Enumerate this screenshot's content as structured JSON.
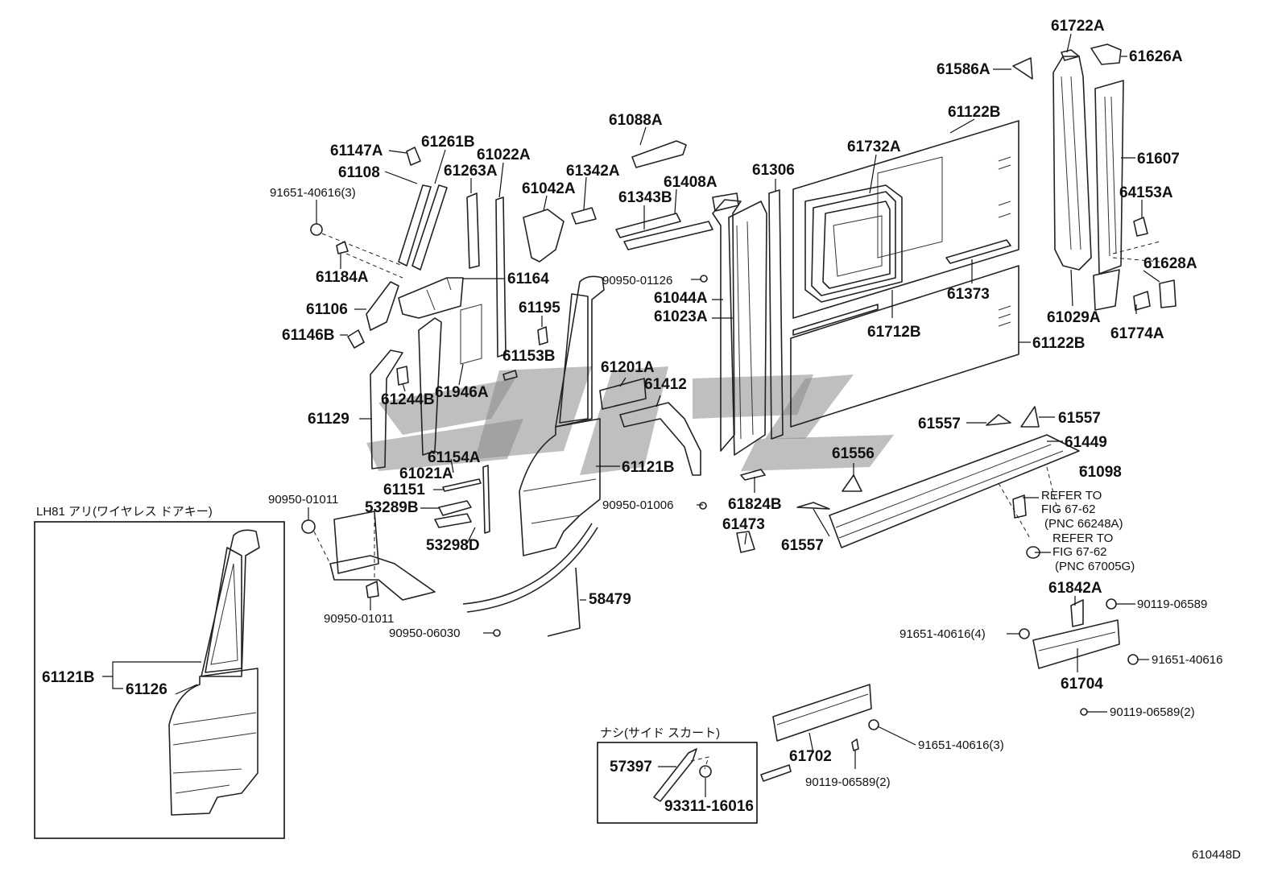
{
  "diagram_id": "610448D",
  "inset_boxes": {
    "lh81": {
      "title": "LH81 アリ(ワイヤレス ドアキー)",
      "parts": [
        "61121B",
        "61126"
      ]
    },
    "side_skirt": {
      "title": "ナシ(サイド スカート)",
      "parts": [
        "57397",
        "93311-16016"
      ]
    }
  },
  "labels": {
    "p61722A": "61722A",
    "p61626A": "61626A",
    "p61586A": "61586A",
    "p61122B_top": "61122B",
    "p61607": "61607",
    "p61732A": "61732A",
    "p64153A": "64153A",
    "p61628A": "61628A",
    "p61029A": "61029A",
    "p61774A": "61774A",
    "p61373": "61373",
    "p61712B": "61712B",
    "p61122B_right": "61122B",
    "p61306": "61306",
    "p61088A": "61088A",
    "p61342A": "61342A",
    "p61408A": "61408A",
    "p61343B": "61343B",
    "p61042A": "61042A",
    "p61147A": "61147A",
    "p61261B": "61261B",
    "p61022A": "61022A",
    "p61108": "61108",
    "p61263A": "61263A",
    "p91651_40616_3_top": "91651-40616(3)",
    "p61184A": "61184A",
    "p61164": "61164",
    "p61106": "61106",
    "p61146B": "61146B",
    "p90950_01126": "90950-01126",
    "p61044A": "61044A",
    "p61023A": "61023A",
    "p61195": "61195",
    "p61153B": "61153B",
    "p61201A": "61201A",
    "p61412": "61412",
    "p61244B": "61244B",
    "p61946A": "61946A",
    "p61129": "61129",
    "p61154A": "61154A",
    "p61021A": "61021A",
    "p61121B": "61121B",
    "p61151": "61151",
    "p90950_01011_a": "90950-01011",
    "p53289B": "53289B",
    "p53298D": "53298D",
    "p90950_01006": "90950-01006",
    "p61824B": "61824B",
    "p61473": "61473",
    "p61556": "61556",
    "p61557_a": "61557",
    "p61557_b": "61557",
    "p61557_c": "61557",
    "p61449": "61449",
    "p61098": "61098",
    "p_refer1_a": "REFER TO",
    "p_refer1_b": "FIG 67-62",
    "p_refer1_c": "(PNC 66248A)",
    "p_refer2_a": "REFER TO",
    "p_refer2_b": "FIG 67-62",
    "p_refer2_c": "(PNC 67005G)",
    "p61842A": "61842A",
    "p90119_06589_a": "90119-06589",
    "p91651_40616_4": "91651-40616(4)",
    "p91651_40616_b": "91651-40616",
    "p61704": "61704",
    "p90119_06589_2_a": "90119-06589(2)",
    "p91651_40616_3_b": "91651-40616(3)",
    "p61702": "61702",
    "p90119_06589_2_b": "90119-06589(2)",
    "p58479": "58479",
    "p90950_01011_b": "90950-01011",
    "p90950_06030": "90950-06030",
    "p57397": "57397",
    "p93311_16016": "93311-16016",
    "inset_61121B": "61121B",
    "inset_61126": "61126"
  }
}
